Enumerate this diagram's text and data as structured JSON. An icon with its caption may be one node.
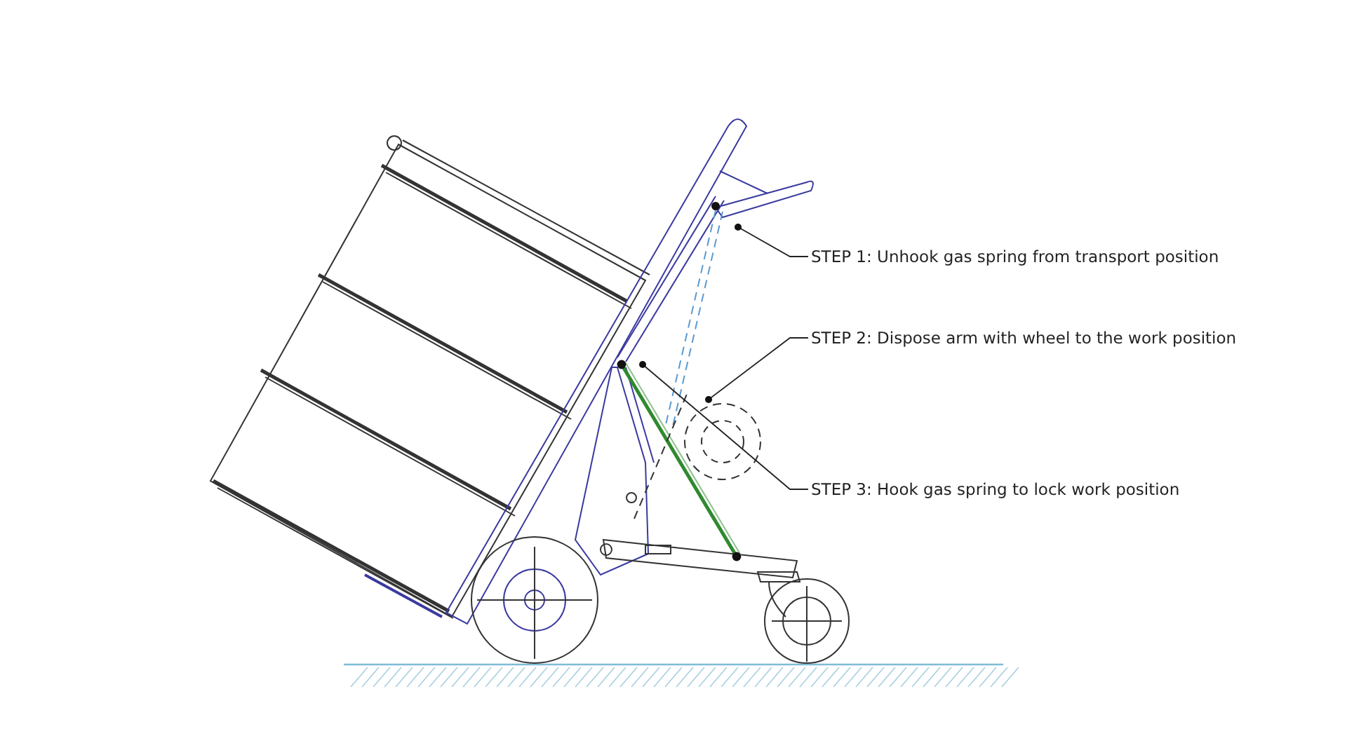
{
  "diagram": {
    "nodes": [
      {
        "text": [
          "STEP 1: Unhook gas spring from transport position"
        ]
      },
      {
        "text": [
          "STEP 2: Dispose arm with wheel to the work position"
        ]
      },
      {
        "text": [
          "STEP 3: Hook gas spring to lock work position"
        ]
      }
    ],
    "edges": [
      {
        "from": 0,
        "to": null,
        "arrow": "other"
      },
      {
        "from": 1,
        "to": null,
        "arrow": "other"
      },
      {
        "from": 2,
        "to": null,
        "arrow": "other"
      }
    ]
  }
}
